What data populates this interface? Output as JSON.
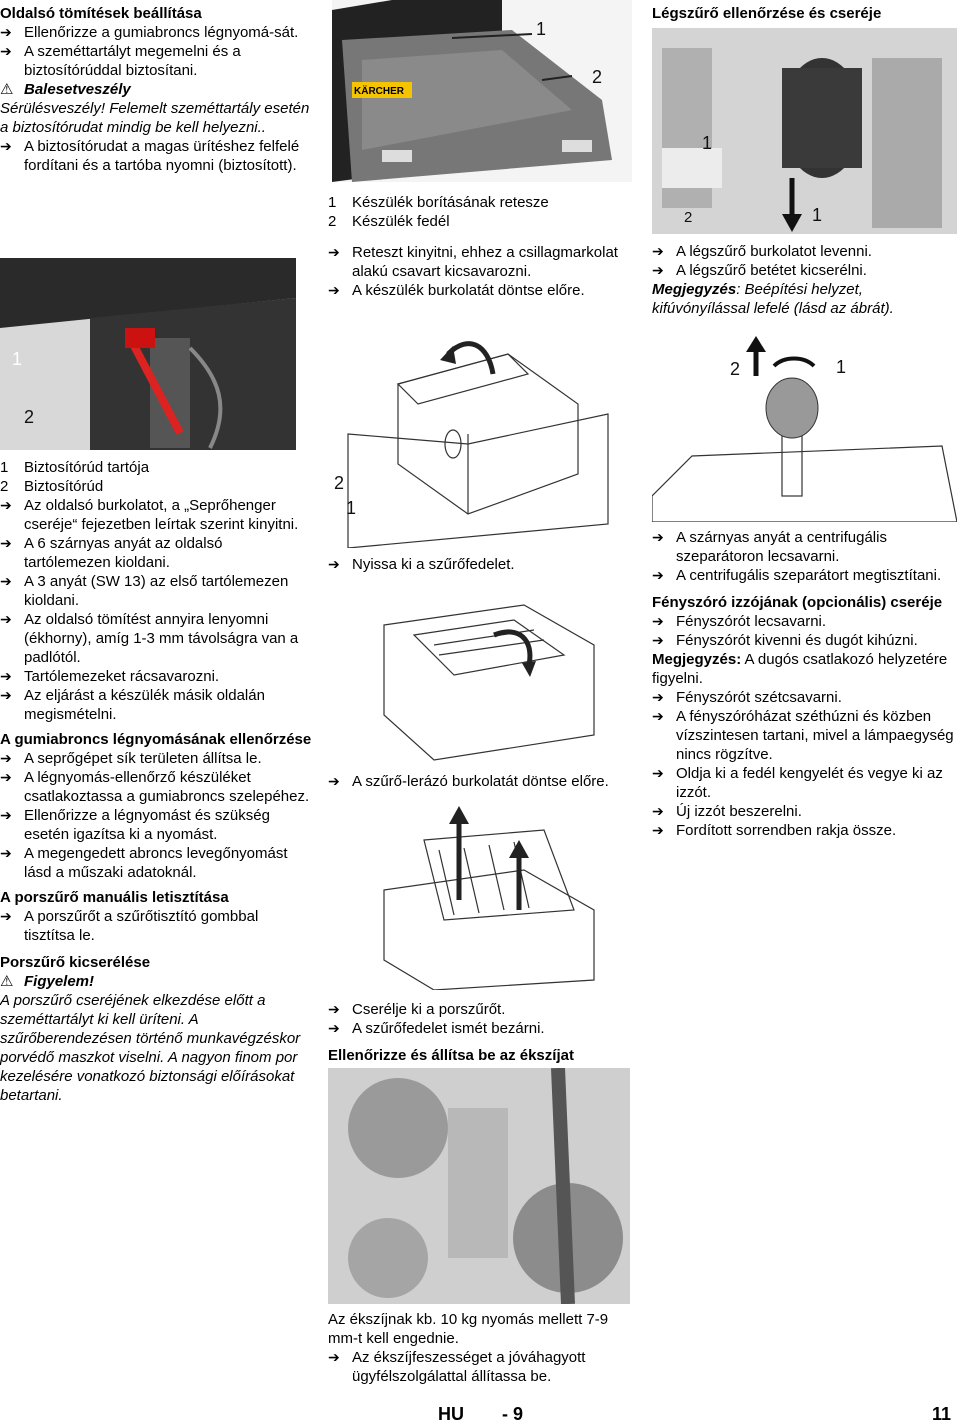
{
  "col1": {
    "s1_title": "Oldalsó tömítések beállítása",
    "s1_items": [
      "Ellenőrizze a gumiabroncs légnyomá-sát.",
      "A szeméttartályt megemelni és a biztosítórúddal biztosítani."
    ],
    "warn1_title": "Balesetveszély",
    "warn1_text": "Sérülésveszély! Felemelt szeméttartály esetén a biztosítórudat mindig be kell helyezni..",
    "s1_item3": "A biztosítórudat a magas ürítéshez felfelé fordítani és a tartóba nyomni (biztosított).",
    "fig1_labels": [
      "1",
      "2"
    ],
    "legend1": [
      {
        "n": "1",
        "t": "Biztosítórúd tartója"
      },
      {
        "n": "2",
        "t": "Biztosítórúd"
      }
    ],
    "s1_steps": [
      "Az oldalsó burkolatot, a „Seprőhenger cseréje“ fejezetben leírtak szerint kinyitni.",
      "A 6 szárnyas anyát az oldalsó tartólemezen kioldani.",
      "A 3 anyát (SW 13) az első tartólemezen kioldani.",
      "Az oldalsó tömítést annyira lenyomni (ékhorny), amíg 1-3 mm távolságra van a padlótól.",
      "Tartólemezeket rácsavarozni.",
      "Az eljárást a készülék másik oldalán megismételni."
    ],
    "s2_title": "A gumiabroncs légnyomásának ellenőrzése",
    "s2_items": [
      "A seprőgépet sík területen állítsa le.",
      "A légnyomás-ellenőrző készüléket csatlakoztassa a gumiabroncs szelepéhez.",
      "Ellenőrizze a légnyomást és szükség esetén igazítsa ki a nyomást.",
      "A megengedett abroncs levegőnyomást lásd a műszaki adatoknál."
    ],
    "s3_title": "A porszűrő manuális letisztítása",
    "s3_items": [
      "A porszűrőt a szűrőtisztító gombbal tisztítsa le."
    ],
    "s4_title": "Porszűrő kicserélése",
    "warn2_title": "Figyelem!",
    "warn2_text": "A porszűrő cseréjének elkezdése előtt a szeméttartályt ki kell üríteni. A szűrőberendezésen történő munkavégzéskor porvédő maszkot viselni. A nagyon finom por kezelésére vonatkozó biztonsági előírásokat betartani."
  },
  "col2": {
    "fig2_labels": [
      "1",
      "2"
    ],
    "fig2_brand": "KÄRCHER",
    "legend2": [
      {
        "n": "1",
        "t": "Készülék borításának retesze"
      },
      {
        "n": "2",
        "t": "Készülék fedél"
      }
    ],
    "items_a": [
      "Reteszt kinyitni, ehhez a csillagmarkolat alakú csavart kicsavarozni.",
      "A készülék burkolatát döntse előre."
    ],
    "fig3_labels": [
      "2",
      "1"
    ],
    "item_b": "Nyissa ki a szűrőfedelet.",
    "item_c": "A szűrő-lerázó burkolatát döntse előre.",
    "items_d": [
      "Cserélje ki a porszűrőt.",
      "A szűrőfedelet ismét bezárni."
    ],
    "s5_title": "Ellenőrizze és állítsa be az ékszíjat",
    "belt_text": "Az ékszíjnak kb. 10 kg nyomás mellett 7-9 mm-t kell engednie.",
    "belt_item": "Az ékszíjfeszességet a jóváhagyott ügyfélszolgálattal állítassa be."
  },
  "col3": {
    "s6_title": "Légszűrő ellenőrzése és cseréje",
    "fig_air_labels": [
      "1",
      "2",
      "1"
    ],
    "items_e": [
      "A légszűrő burkolatot levenni.",
      "A légszűrő betétet kicserélni."
    ],
    "note1_label": "Megjegyzés",
    "note1_text": ": Beépítési helyzet, kifúvónyílással lefelé (lásd az ábrát).",
    "fig_sep_labels": [
      "2",
      "1"
    ],
    "items_f": [
      "A szárnyas anyát a centrifugális szeparátoron lecsavarni.",
      "A centrifugális szeparátort megtisztítani."
    ],
    "s7_title": "Fényszóró izzójának (opcionális) cseréje",
    "items_g": [
      "Fényszórót lecsavarni.",
      "Fényszórót kivenni és dugót kihúzni."
    ],
    "note2_label": "Megjegyzés:",
    "note2_text": " A dugós csatlakozó helyzetére figyelni.",
    "items_h": [
      "Fényszórót szétcsavarni.",
      "A fényszóróházat széthúzni és közben vízszintesen tartani, mivel a lámpaegység nincs rögzítve.",
      "Oldja ki a fedél kengyelét és vegye ki az izzót.",
      "Új izzót beszerelni.",
      "Fordított sorrendben rakja össze."
    ]
  },
  "footer": {
    "lang": "HU",
    "local": "- 9",
    "page": "11"
  }
}
